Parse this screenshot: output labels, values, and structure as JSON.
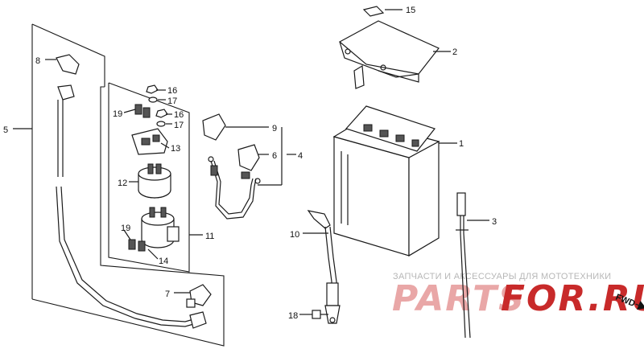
{
  "callouts": [
    {
      "id": "c1",
      "label": "1"
    },
    {
      "id": "c2",
      "label": "2"
    },
    {
      "id": "c3",
      "label": "3"
    },
    {
      "id": "c4",
      "label": "4"
    },
    {
      "id": "c5",
      "label": "5"
    },
    {
      "id": "c6",
      "label": "6"
    },
    {
      "id": "c7",
      "label": "7"
    },
    {
      "id": "c8",
      "label": "8"
    },
    {
      "id": "c9",
      "label": "9"
    },
    {
      "id": "c10",
      "label": "10"
    },
    {
      "id": "c11",
      "label": "11"
    },
    {
      "id": "c12",
      "label": "12"
    },
    {
      "id": "c13",
      "label": "13"
    },
    {
      "id": "c14",
      "label": "14"
    },
    {
      "id": "c15",
      "label": "15"
    },
    {
      "id": "c16a",
      "label": "16"
    },
    {
      "id": "c16b",
      "label": "16"
    },
    {
      "id": "c17a",
      "label": "17"
    },
    {
      "id": "c17b",
      "label": "17"
    },
    {
      "id": "c18",
      "label": "18"
    },
    {
      "id": "c19a",
      "label": "19"
    },
    {
      "id": "c19b",
      "label": "19"
    }
  ],
  "direction_label": "FWD",
  "watermark": {
    "tagline": "ЗАПЧАСТИ И АКСЕССУАРЫ ДЛЯ МОТОТЕХНИКИ",
    "logo_left": "PARTS",
    "logo_right": "FOR.RU"
  },
  "colors": {
    "line": "#1a1a1a",
    "watermark_red": "#c82a2a",
    "watermark_pink": "#e9a7a7",
    "watermark_gray": "#b7b7b7"
  }
}
